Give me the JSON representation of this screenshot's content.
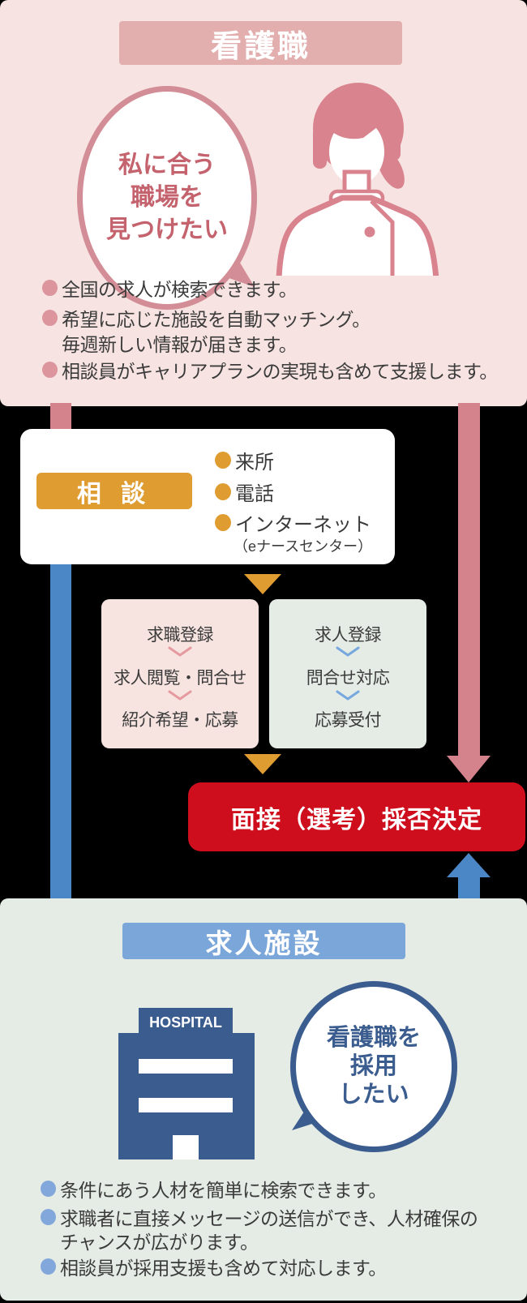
{
  "nurse": {
    "header": "看護職",
    "bubble_lines": [
      "私に合う",
      "職場を",
      "見つけたい"
    ],
    "bullets": [
      {
        "text": "全国の求人が検索できます。"
      },
      {
        "text": "希望に応じた施設を自動マッチング。"
      },
      {
        "text": "毎週新しい情報が届きます。"
      },
      {
        "text": "相談員がキャリアプランの実現も含めて支援します。"
      }
    ]
  },
  "consult": {
    "label": "相 談",
    "methods": [
      "来所",
      "電話",
      "インターネット"
    ],
    "note": "（eナースセンター）"
  },
  "flows": {
    "jobseeker": {
      "steps": [
        "求職登録",
        "求人閲覧・問合せ",
        "紹介希望・応募"
      ]
    },
    "employer": {
      "steps": [
        "求人登録",
        "問合せ対応",
        "応募受付"
      ]
    }
  },
  "decision": {
    "label": "面接（選考）採否決定"
  },
  "facility": {
    "header": "求人施設",
    "hospital_sign": "HOSPITAL",
    "bubble_lines": [
      "看護職を",
      "採用",
      "したい"
    ],
    "bullets": [
      {
        "text": "条件にあう人材を簡単に検索できます。"
      },
      {
        "text": "求職者に直接メッセージの送信ができ、人材確保の"
      },
      {
        "text": "チャンスが広がります。"
      },
      {
        "text": "相談員が採用支援も含めて対応します。"
      }
    ]
  },
  "colors": {
    "nurse_section_bg": "#f7e4e2",
    "nurse_header_bg": "#e2aeae",
    "nurse_accent": "#d38d96",
    "orange_accent": "#df9d31",
    "pink_arrow": "#d4838c",
    "blue_arrow": "#4b87c6",
    "decision_red": "#ce0e1d",
    "facility_section_bg": "#e5ece6",
    "facility_header_bg": "#7aa6d9",
    "facility_accent": "#3b5c8e",
    "text_ink": "#3b3b3b"
  }
}
